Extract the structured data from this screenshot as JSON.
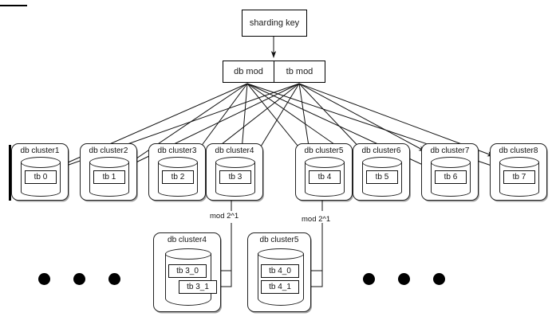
{
  "diagram": {
    "title": "sharding key",
    "root": {
      "label": "sharding key"
    },
    "mod_box": {
      "db_label": "db mod",
      "tb_label": "tb mod"
    },
    "top_clusters": [
      {
        "cluster_label": "db cluster1",
        "table_label": "tb 0"
      },
      {
        "cluster_label": "db cluster2",
        "table_label": "tb 1"
      },
      {
        "cluster_label": "db cluster3",
        "table_label": "tb 2"
      },
      {
        "cluster_label": "db cluster4",
        "table_label": "tb 3"
      },
      {
        "cluster_label": "db cluster5",
        "table_label": "tb 4"
      },
      {
        "cluster_label": "db cluster6",
        "table_label": "tb 5"
      },
      {
        "cluster_label": "db cluster7",
        "table_label": "tb 6"
      },
      {
        "cluster_label": "db cluster8",
        "table_label": "tb 7"
      }
    ],
    "split_labels": [
      {
        "text": "mod 2^1"
      },
      {
        "text": "mod 2^1"
      }
    ],
    "bottom_clusters": [
      {
        "cluster_label": "db cluster4",
        "tables": [
          {
            "label": "tb 3_0"
          },
          {
            "label": "tb 3_1"
          }
        ]
      },
      {
        "cluster_label": "db cluster5",
        "tables": [
          {
            "label": "tb 4_0"
          },
          {
            "label": "tb 4_1"
          }
        ]
      }
    ],
    "ellipsis_groups": [
      {
        "name": "left-ellipsis",
        "count": 3
      },
      {
        "name": "right-ellipsis",
        "count": 3
      }
    ],
    "colors": {
      "stroke": "#222222",
      "text": "#111111",
      "background": "#ffffff",
      "dot": "#000000"
    }
  }
}
